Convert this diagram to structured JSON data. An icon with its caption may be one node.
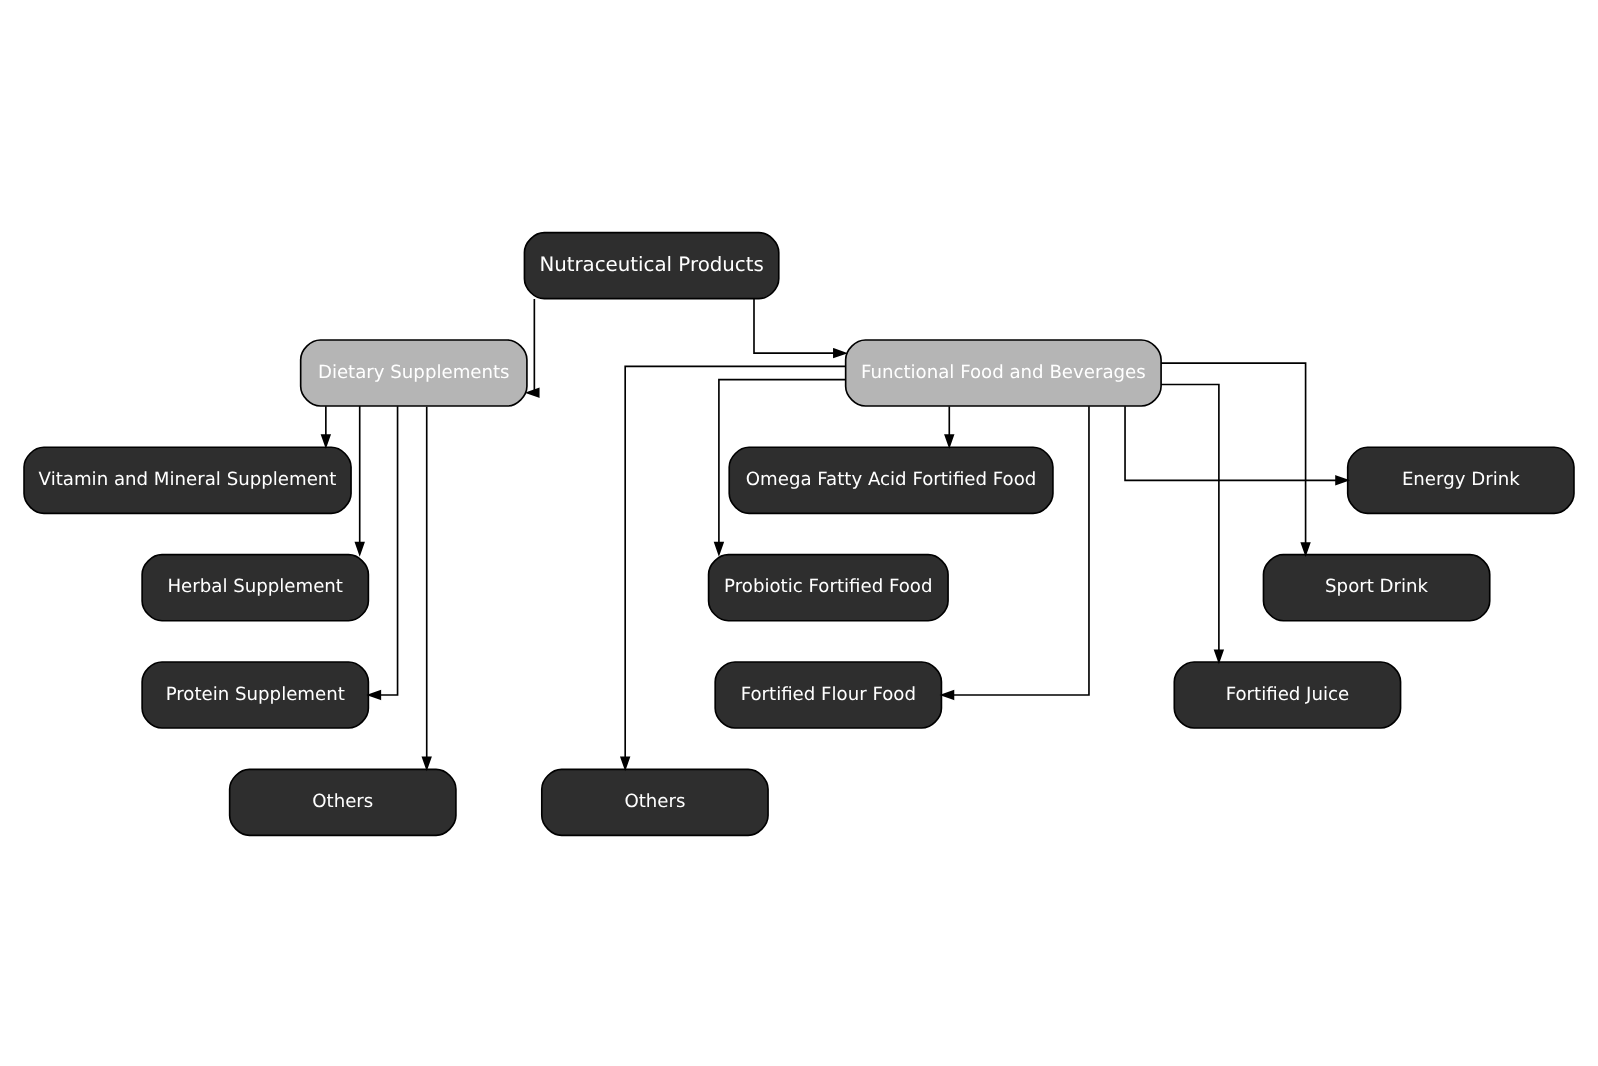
{
  "diagram": {
    "nodes": [
      {
        "text": [
          "Nutraceutical Products"
        ]
      },
      {
        "text": [
          "Dietary Supplements"
        ]
      },
      {
        "text": [
          "Functional Food and Beverages"
        ]
      },
      {
        "text": [
          "Vitamin and Mineral Supplement"
        ]
      },
      {
        "text": [
          "Herbal Supplement"
        ]
      },
      {
        "text": [
          "Protein Supplement"
        ]
      },
      {
        "text": [
          "Others"
        ]
      },
      {
        "text": [
          "Omega Fatty Acid Fortified Food"
        ]
      },
      {
        "text": [
          "Energy Drink"
        ]
      },
      {
        "text": [
          "Probiotic Fortified Food"
        ]
      },
      {
        "text": [
          "Sport Drink"
        ]
      },
      {
        "text": [
          "Fortified Flour Food"
        ]
      },
      {
        "text": [
          "Fortified Juice"
        ]
      },
      {
        "text": [
          "Others"
        ]
      }
    ],
    "edges": [
      {
        "from": 0,
        "to": 1,
        "arrow": "to"
      },
      {
        "from": 0,
        "to": 2,
        "arrow": "to"
      },
      {
        "from": 1,
        "to": 3,
        "arrow": "to"
      },
      {
        "from": 1,
        "to": 4,
        "arrow": "to"
      },
      {
        "from": 1,
        "to": 5,
        "arrow": "to"
      },
      {
        "from": 1,
        "to": 6,
        "arrow": "to"
      },
      {
        "from": 2,
        "to": 7,
        "arrow": "to"
      },
      {
        "from": 2,
        "to": 8,
        "arrow": "to"
      },
      {
        "from": 2,
        "to": 9,
        "arrow": "to"
      },
      {
        "from": 2,
        "to": 10,
        "arrow": "to"
      },
      {
        "from": 2,
        "to": 11,
        "arrow": "to"
      },
      {
        "from": 2,
        "to": 12,
        "arrow": "to"
      },
      {
        "from": 2,
        "to": 13,
        "arrow": "to"
      }
    ]
  }
}
